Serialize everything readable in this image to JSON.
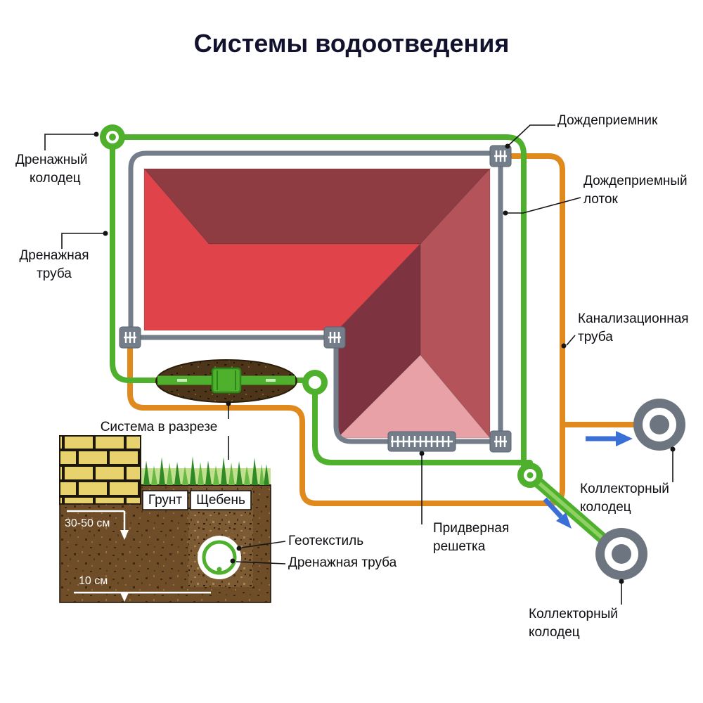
{
  "title": "Системы водоотведения",
  "labels": {
    "rain_inlet": "Дождеприемник",
    "drain_well_1": "Дренажный",
    "drain_well_2": "колодец",
    "drain_pipe_1": "Дренажная",
    "drain_pipe_2": "труба",
    "gutter_1": "Дождеприемный",
    "gutter_2": "лоток",
    "sewer_1": "Канализационная",
    "sewer_2": "труба",
    "collector_top_1": "Коллекторный",
    "collector_top_2": "колодец",
    "collector_bottom_1": "Коллекторный",
    "collector_bottom_2": "колодец",
    "grate_1": "Придверная",
    "grate_2": "решетка",
    "section_title": "Система в разрезе",
    "geotextile": "Геотекстиль",
    "drain_pipe_section": "Дренажная труба",
    "soil": "Грунт",
    "gravel": "Щебень",
    "depth": "30-50 см",
    "under_pipe": "10 см"
  },
  "colors": {
    "title_color": "#12122e",
    "pipe_green": "#4fb02e",
    "pipe_green_light": "#8ed162",
    "channel_gray": "#747e8a",
    "sewer_orange": "#e0891c",
    "arrow_blue": "#3a6fd8",
    "roof_north": "#8e3b41",
    "roof_southwest": "#e0444a",
    "roof_wing_west": "#7d3440",
    "roof_wing_east": "#b5535a",
    "roof_wing_hip": "#e8a2a7",
    "well_gray": "#6d7680",
    "brick_yellow": "#e8d26e",
    "soil_brown": "#6e4d28",
    "gravel_brown": "#7c5a33",
    "geotextile_brown": "#4c3518"
  }
}
